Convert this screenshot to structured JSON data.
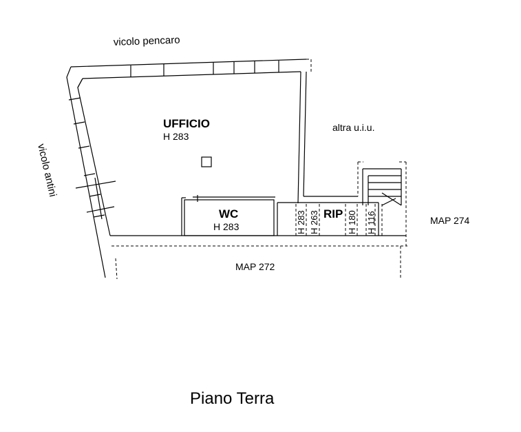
{
  "plan": {
    "streets": {
      "top": "vicolo pencaro",
      "left": "vicolo antini"
    },
    "rooms": {
      "ufficio": {
        "name": "UFFICIO",
        "height": "H 283"
      },
      "wc": {
        "name": "WC",
        "height": "H 283"
      },
      "rip": {
        "name": "RIP"
      }
    },
    "heights": [
      "H 283",
      "H 263",
      "H 180",
      "H 116"
    ],
    "neighbors": {
      "other_unit": "altra u.i.u.",
      "map_right": "MAP 274",
      "map_bottom": "MAP 272"
    },
    "caption": "Piano Terra"
  }
}
